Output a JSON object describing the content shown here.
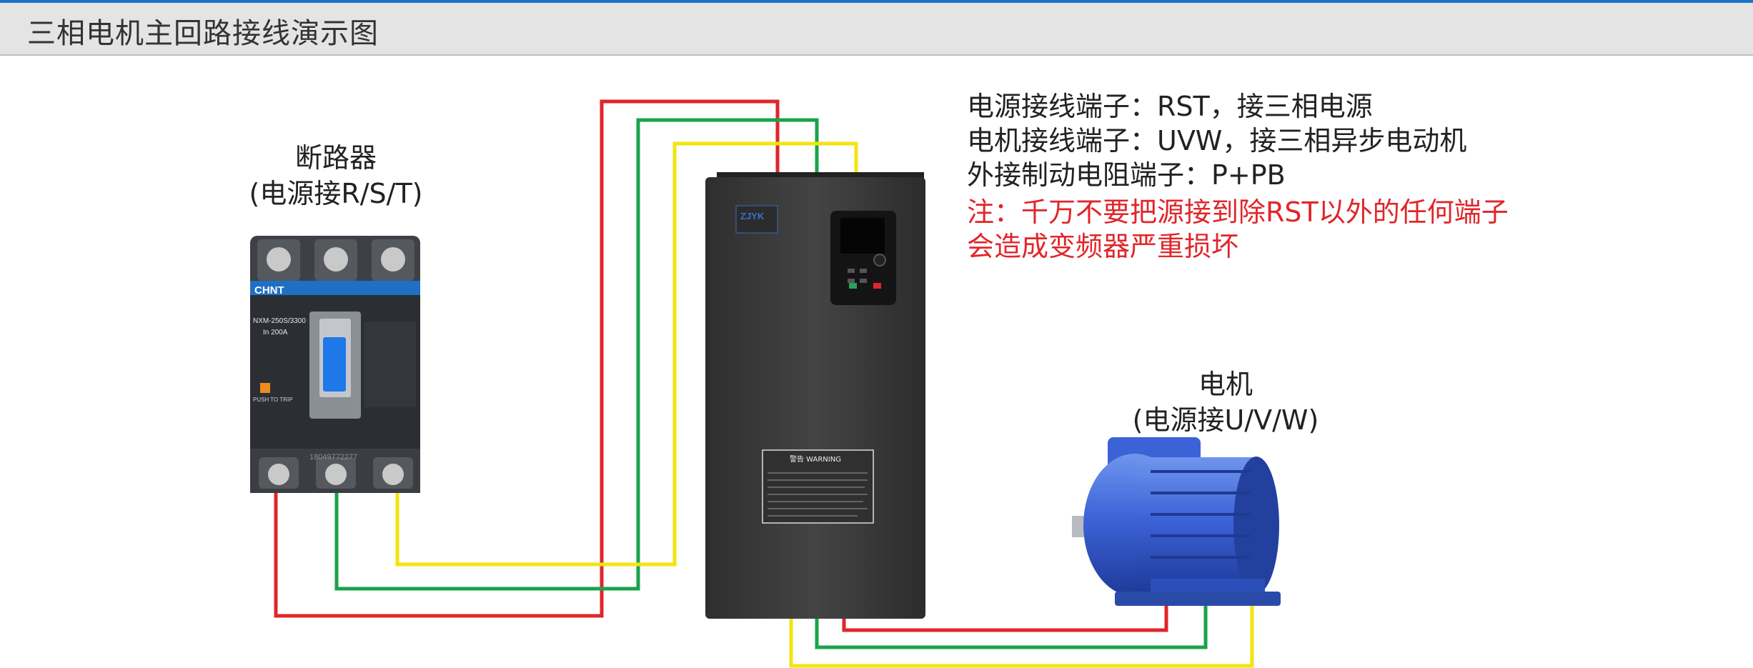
{
  "title": "三相电机主回路接线演示图",
  "breaker": {
    "name": "断路器",
    "power": "(电源接R/S/T)",
    "brand": "CHNT",
    "model": "NXM-250S/3300",
    "rating": "In 200A",
    "serial": "18049772277",
    "push_to_trip": "PUSH TO TRIP"
  },
  "inverter": {
    "logo": "ZJYK",
    "warning_title": "警告 WARNING"
  },
  "motor": {
    "name": "电机",
    "power": "(电源接U/V/W)"
  },
  "notes": {
    "line1": "电源接线端子：RST，接三相电源",
    "line2": "电机接线端子：UVW，接三相异步电动机",
    "line3": "外接制动电阻端子：P+PB",
    "warn1": "注：千万不要把源接到除RST以外的任何端子",
    "warn2": "会造成变频器严重损坏"
  },
  "colors": {
    "title_accent": "#1a74c8",
    "wire_r": "#e0262a",
    "wire_s": "#1aa34a",
    "wire_t": "#f2e40f",
    "warning_text": "#e0262a",
    "inverter_body": "#3b3b3b",
    "motor_blue": "#2d55c8"
  }
}
